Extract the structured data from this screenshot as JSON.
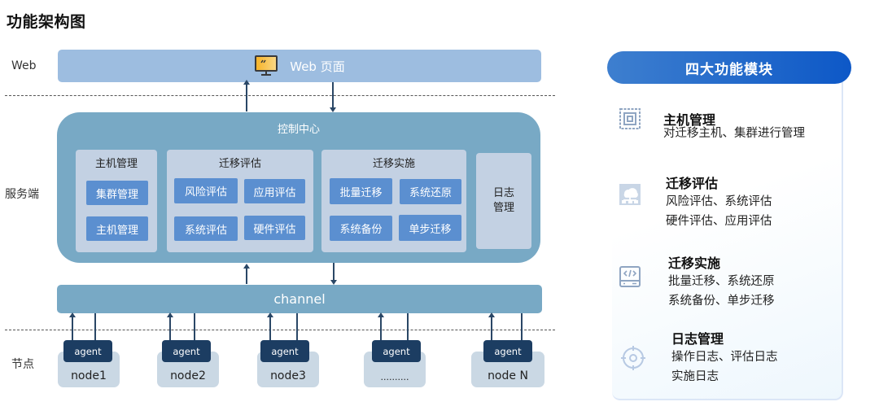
{
  "title": "功能架构图",
  "row_labels": {
    "web": "Web",
    "server": "服务端",
    "nodes": "节点"
  },
  "web_layer": {
    "icon": "monitor-icon",
    "label": "Web 页面"
  },
  "control_center": {
    "title": "控制中心",
    "groups": [
      {
        "title": "主机管理",
        "items": [
          "集群管理",
          "主机管理"
        ]
      },
      {
        "title": "迁移评估",
        "items": [
          "风险评估",
          "应用评估",
          "系统评估",
          "硬件评估"
        ]
      },
      {
        "title": "迁移实施",
        "items": [
          "批量迁移",
          "系统还原",
          "系统备份",
          "单步迁移"
        ]
      },
      {
        "title": "日志\n管理",
        "items": []
      }
    ]
  },
  "channel": {
    "label": "channel"
  },
  "nodes": [
    {
      "agent": "agent",
      "label": "node1"
    },
    {
      "agent": "agent",
      "label": "node2"
    },
    {
      "agent": "agent",
      "label": "node3"
    },
    {
      "agent": "agent",
      "label": ".........."
    },
    {
      "agent": "agent",
      "label": "node N"
    }
  ],
  "modules_panel": {
    "header": "四大功能模块",
    "items": [
      {
        "icon": "chip-frame-icon",
        "title": "主机管理",
        "lines": [
          "对迁移主机、集群进行管理"
        ]
      },
      {
        "icon": "cloud-network-icon",
        "title": "迁移评估",
        "lines": [
          "风险评估、系统评估",
          "硬件评估、应用评估"
        ]
      },
      {
        "icon": "code-window-icon",
        "title": "迁移实施",
        "lines": [
          "批量迁移、系统还原",
          "系统备份、单步迁移"
        ]
      },
      {
        "icon": "target-icon",
        "title": "日志管理",
        "lines": [
          "操作日志、评估日志",
          "实施日志"
        ]
      }
    ]
  },
  "colors": {
    "web_bar": "#9dbde0",
    "control_center": "#78a9c5",
    "group_bg": "#c3d1e3",
    "chip": "#5b8fd0",
    "agent": "#1c3d62",
    "node": "#cad8e4",
    "panel_header": "#0d58c7"
  }
}
